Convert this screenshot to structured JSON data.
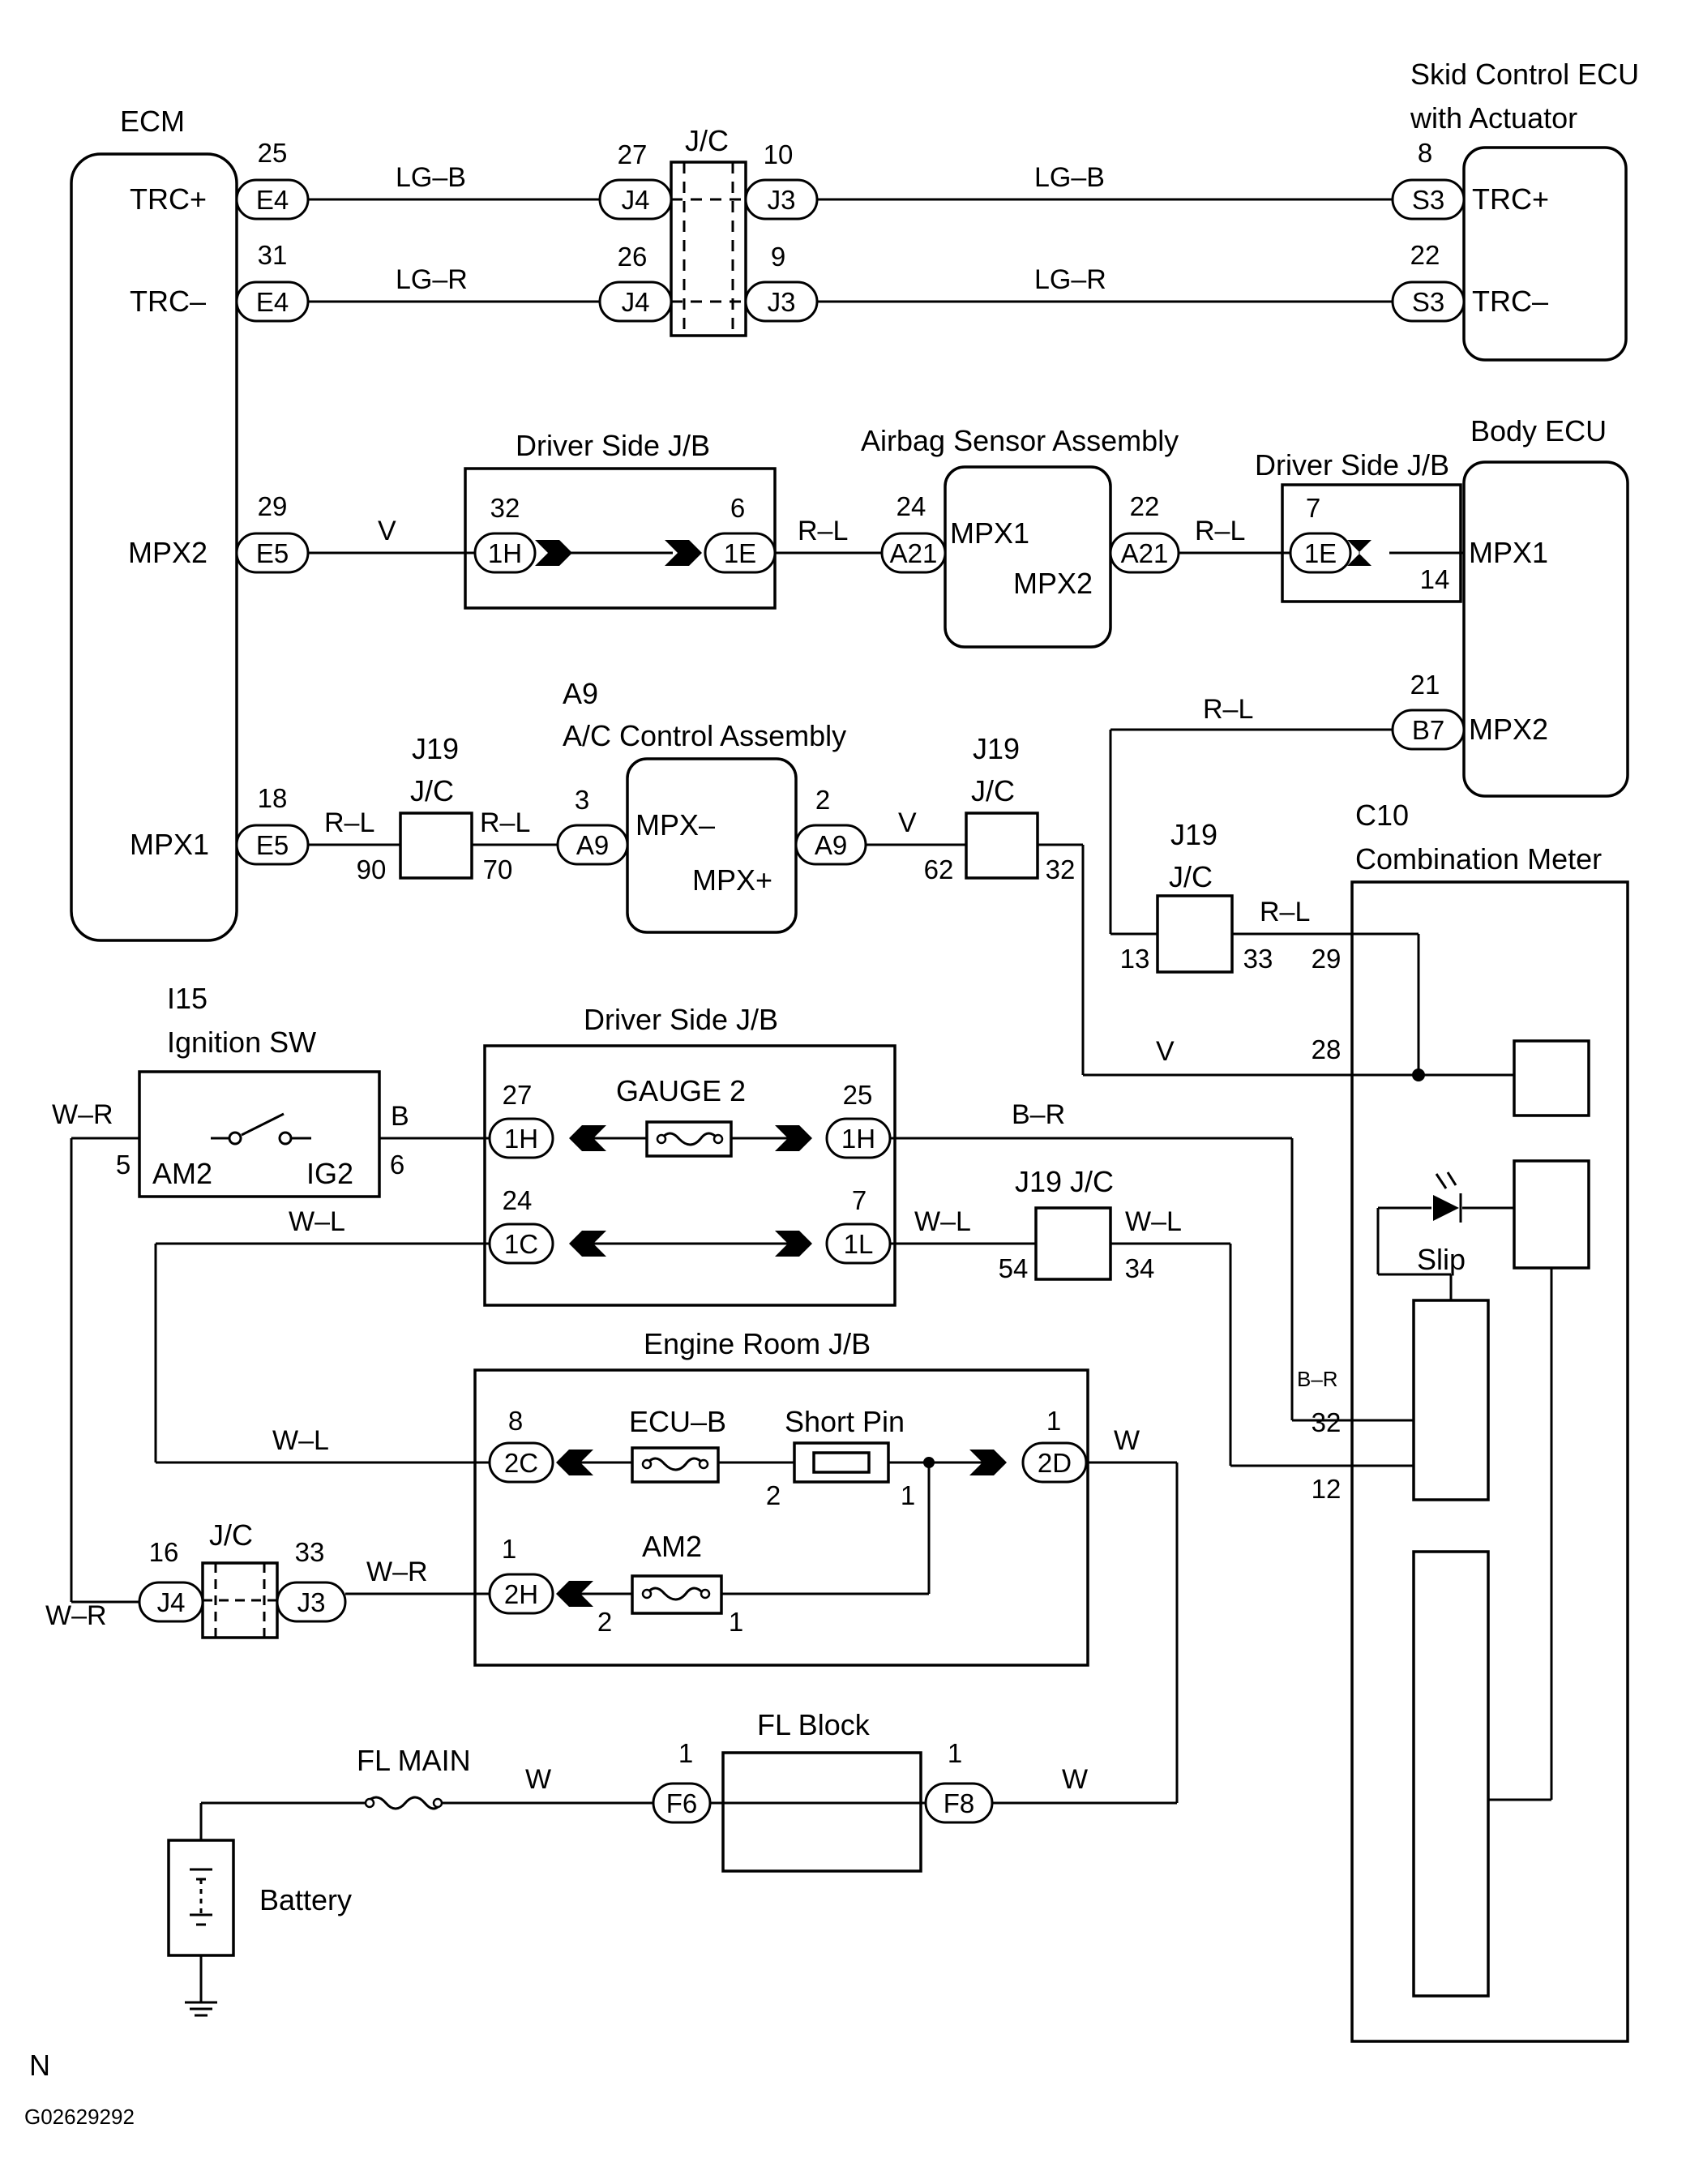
{
  "components": {
    "ecm": "ECM",
    "skid_ecu_line1": "Skid Control ECU",
    "skid_ecu_line2": "with Actuator",
    "jc_top": "J/C",
    "driver_jb_1": "Driver Side J/B",
    "airbag": "Airbag Sensor Assembly",
    "driver_jb_2": "Driver Side J/B",
    "body_ecu": "Body ECU",
    "ac_code": "A9",
    "ac_name": "A/C Control Assembly",
    "j19_a": "J19",
    "jc_a": "J/C",
    "j19_b": "J19",
    "jc_b": "J/C",
    "j19_c": "J19",
    "jc_c": "J/C",
    "combo_code": "C10",
    "combo_name": "Combination Meter",
    "ign_code": "I15",
    "ign_name": "Ignition SW",
    "driver_jb_3": "Driver Side J/B",
    "gauge2": "GAUGE 2",
    "j19_jc_d": "J19 J/C",
    "slip": "Slip",
    "engine_jb": "Engine Room J/B",
    "ecu_b": "ECU–B",
    "short_pin": "Short Pin",
    "am2_fuse": "AM2",
    "jc_bottom": "J/C",
    "fl_block": "FL Block",
    "fl_main": "FL MAIN",
    "battery": "Battery"
  },
  "terminals": {
    "trc_plus_l": "TRC+",
    "trc_minus_l": "TRC–",
    "mpx2_ecm": "MPX2",
    "mpx1_ecm": "MPX1",
    "trc_plus_r": "TRC+",
    "trc_minus_r": "TRC–",
    "airbag_mpx1": "MPX1",
    "airbag_mpx2": "MPX2",
    "body_mpx1": "MPX1",
    "body_mpx2": "MPX2",
    "ac_mpx_minus": "MPX–",
    "ac_mpx_plus": "MPX+",
    "ign_am2": "AM2",
    "ign_ig2": "IG2"
  },
  "connectors": {
    "e4a": "E4",
    "e4b": "E4",
    "e5a": "E5",
    "e5b": "E5",
    "j4a": "J4",
    "j4b": "J4",
    "j3a": "J3",
    "j3b": "J3",
    "s3a": "S3",
    "s3b": "S3",
    "h1a": "1H",
    "e1a": "1E",
    "a21a": "A21",
    "a21b": "A21",
    "e1b": "1E",
    "b7": "B7",
    "a9a": "A9",
    "a9b": "A9",
    "h1b": "1H",
    "h1c": "1H",
    "c1": "1C",
    "l1": "1L",
    "c2": "2C",
    "d2": "2D",
    "h2": "2H",
    "j4c": "J4",
    "j3c": "J3",
    "f6": "F6",
    "f8": "F8"
  },
  "pins": {
    "p25": "25",
    "p31": "31",
    "p27": "27",
    "p26": "26",
    "p10": "10",
    "p9": "9",
    "p8": "8",
    "p22a": "22",
    "p29a": "29",
    "p32a": "32",
    "p6a": "6",
    "p24a": "24",
    "p22b": "22",
    "p7a": "7",
    "p14": "14",
    "p21": "21",
    "p18": "18",
    "p90": "90",
    "p70": "70",
    "p3": "3",
    "p2a": "2",
    "p62": "62",
    "p32b": "32",
    "p13": "13",
    "p33a": "33",
    "p29b": "29",
    "p28": "28",
    "p5": "5",
    "p6b": "6",
    "p27b": "27",
    "p25b": "25",
    "p24b": "24",
    "p7b": "7",
    "p54": "54",
    "p34": "34",
    "p32c": "32",
    "p12": "12",
    "p8b": "8",
    "p1a": "1",
    "p2b": "2",
    "p1b": "1",
    "p1c": "1",
    "p2c": "2",
    "p1d": "1",
    "p16": "16",
    "p33b": "33",
    "p1e": "1",
    "p1f": "1"
  },
  "wires": {
    "lgb1": "LG–B",
    "lgr1": "LG–R",
    "lgb2": "LG–B",
    "lgr2": "LG–R",
    "v1": "V",
    "rl1": "R–L",
    "rl2": "R–L",
    "rl3": "R–L",
    "rl4": "R–L",
    "rl5": "R–L",
    "v2": "V",
    "rl6": "R–L",
    "v3": "V",
    "wr1": "W–R",
    "b": "B",
    "br1": "B–R",
    "wl1": "W–L",
    "wl2": "W–L",
    "wl3": "W–L",
    "br2": "B–R",
    "wl4": "W–L",
    "w1": "W",
    "wr2": "W–R",
    "wr3": "W–R",
    "w2": "W",
    "w3": "W"
  },
  "footer": {
    "orientation": "N",
    "figure_code": "G02629292"
  }
}
